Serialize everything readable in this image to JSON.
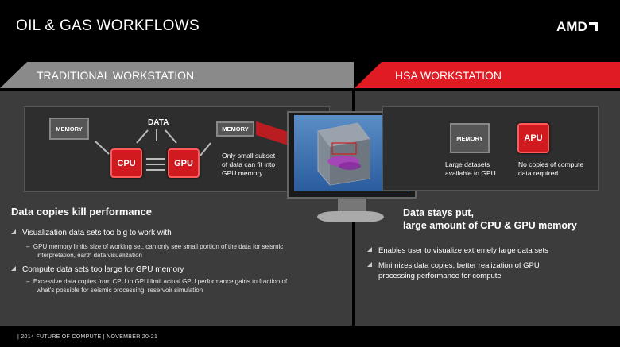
{
  "title": "OIL & GAS WORKFLOWS",
  "brand": "AMD",
  "banners": {
    "left": "TRADITIONAL WORKSTATION",
    "right": "HSA WORKSTATION"
  },
  "left_diagram": {
    "data_label": "DATA",
    "memory_left": "MEMORY",
    "memory_right": "MEMORY",
    "cpu": "CPU",
    "gpu": "GPU",
    "note_line1": "Only small subset",
    "note_line2": "of data can fit into",
    "note_line3": "GPU memory"
  },
  "right_diagram": {
    "memory": "MEMORY",
    "apu": "APU",
    "note1_line1": "Large datasets",
    "note1_line2": "available to GPU",
    "note2_line1": "No copies of compute",
    "note2_line2": "data required"
  },
  "left_section": {
    "heading": "Data copies kill performance",
    "bullets": [
      {
        "text": "Visualization data sets too big to work with",
        "sub_line1": "GPU memory limits size of working set, can only see small portion of the data for seismic",
        "sub_line2": "interpretation, earth data visualization"
      },
      {
        "text": "Compute data sets too large for GPU memory",
        "sub_line1": "Excessive data copies from CPU to GPU limit actual GPU performance gains to fraction of",
        "sub_line2": "what's possible for seismic processing, reservoir simulation"
      }
    ]
  },
  "right_section": {
    "heading_line1": "Data stays put,",
    "heading_line2": "large amount of CPU & GPU memory",
    "bullets": [
      {
        "line1": "Enables user to visualize extremely large data sets",
        "line2": ""
      },
      {
        "line1": "Minimizes data copies, better realization of GPU",
        "line2": "processing performance for compute"
      }
    ]
  },
  "footer": "|  2014 FUTURE OF COMPUTE   |   NOVEMBER 20-21",
  "colors": {
    "accent": "#e01b24",
    "banner_gray": "#8a8a8a",
    "panel": "#3c3c3c"
  }
}
